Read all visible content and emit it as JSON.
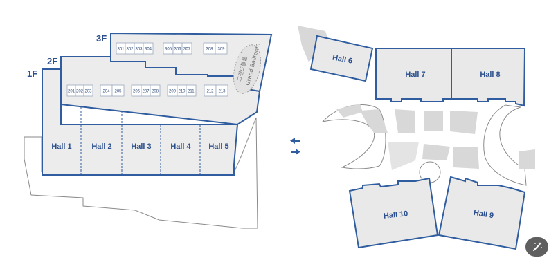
{
  "floors": {
    "f1": "1F",
    "f2": "2F",
    "f3": "3F"
  },
  "west_halls": [
    "Hall 1",
    "Hall 2",
    "Hall 3",
    "Hall 4",
    "Hall 5"
  ],
  "east_halls": {
    "hall6": "Hall 6",
    "hall7": "Hall 7",
    "hall8": "Hall 8",
    "hall9": "Hall 9",
    "hall10": "Hall 10"
  },
  "rooms_2f": [
    "201",
    "202",
    "203",
    "204",
    "205",
    "206",
    "207",
    "208",
    "209",
    "210",
    "211",
    "212",
    "213"
  ],
  "rooms_3f": [
    "301",
    "302",
    "303",
    "304",
    "305",
    "306",
    "307",
    "308",
    "309"
  ],
  "ballroom": {
    "korean": "그랜드볼룸",
    "english": "Grand Ballroom"
  },
  "icons": {
    "connector": "double-arrow-icon",
    "tool": "magic-wand-icon"
  },
  "colors": {
    "accent": "#2f5d9f",
    "hall_fill": "#e9e9e9",
    "label": "#2b4f8c"
  }
}
